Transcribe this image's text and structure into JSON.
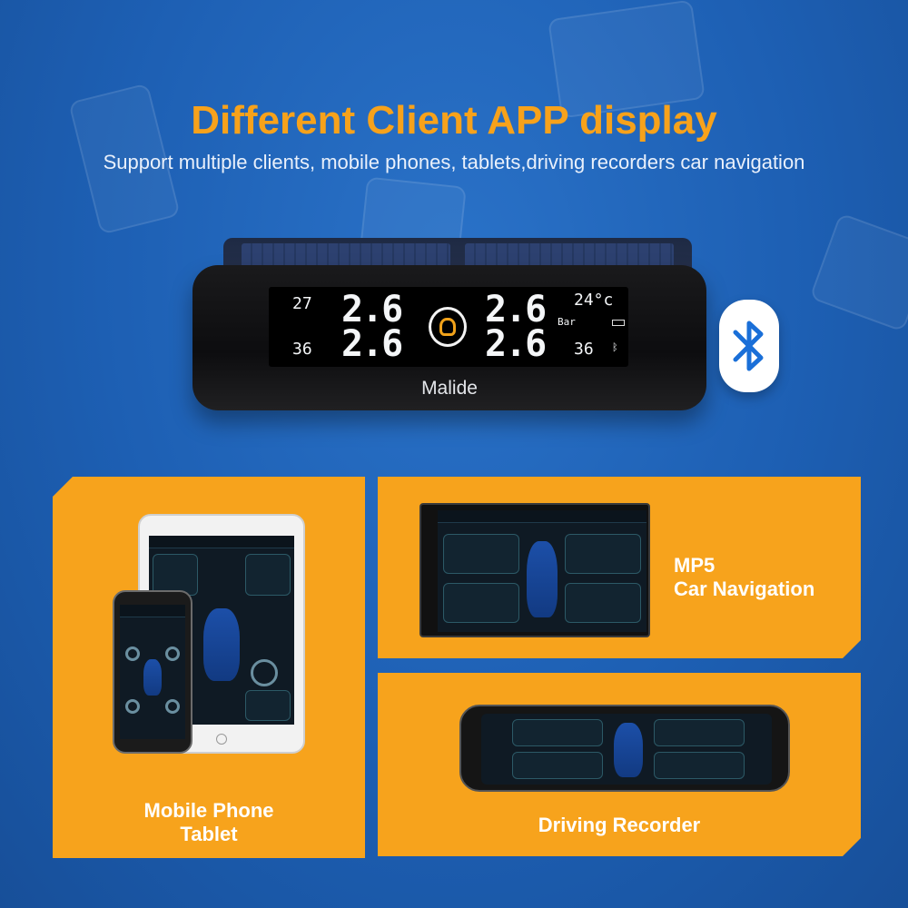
{
  "header": {
    "title": "Different Client APP display",
    "subtitle": "Support multiple clients, mobile phones, tablets,driving recorders car navigation"
  },
  "device": {
    "brand": "Malide",
    "lcd": {
      "front_left_temp": "27",
      "front_left_pressure": "2.6",
      "front_right_pressure": "2.6",
      "ambient_temp": "24°c",
      "unit": "Bar",
      "rear_left_temp": "36",
      "rear_left_pressure": "2.6",
      "rear_right_pressure": "2.6",
      "rear_right_temp": "36"
    }
  },
  "panels": {
    "mobile": {
      "label_line1": "Mobile Phone",
      "label_line2": "Tablet"
    },
    "mp5": {
      "label_line1": "MP5",
      "label_line2": "Car Navigation"
    },
    "recorder": {
      "label": "Driving Recorder"
    }
  },
  "icons": {
    "bluetooth": "bluetooth-icon",
    "tire_warning": "tire-pressure-icon",
    "battery": "battery-icon"
  },
  "colors": {
    "background": "#1d5fb3",
    "accent_orange": "#f7a21b",
    "panel_orange": "#f7a31c",
    "bluetooth_blue": "#1a6fd8"
  }
}
